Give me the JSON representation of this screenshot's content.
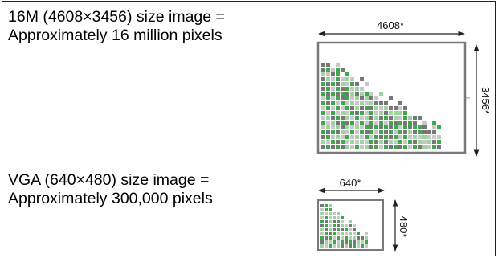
{
  "rows": [
    {
      "line1": "16M (4608×3456) size image =",
      "line2": "Approximately 16 million pixels",
      "width_label": "4608*",
      "height_label": "3456*"
    },
    {
      "line1": "VGA (640×480) size image =",
      "line2": "Approximately 300,000 pixels",
      "width_label": "640*",
      "height_label": "480*"
    }
  ],
  "colors": {
    "frame": "#7a7a7a",
    "dark_pixel": "#777777",
    "light_pixel": "#c8c8c8",
    "green_pixel": "#3ea84a",
    "light_green_pixel": "#9ed59f",
    "lines": "#222222"
  }
}
